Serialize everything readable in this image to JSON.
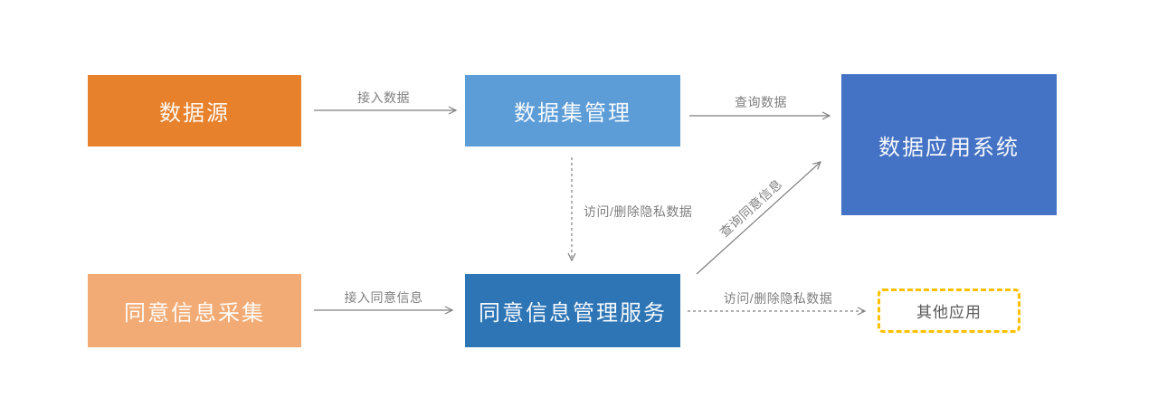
{
  "diagram": {
    "title": "consent-data-flow-architecture",
    "nodes": [
      {
        "id": "data-source",
        "label": "数据源",
        "fill": "#E8812C",
        "text_color": "#FFFFFF",
        "shape": "rect"
      },
      {
        "id": "dataset-management",
        "label": "数据集管理",
        "fill": "#5C9CD7",
        "text_color": "#FFFFFF",
        "shape": "rect"
      },
      {
        "id": "data-application-system",
        "label": "数据应用系统",
        "fill": "#4472C4",
        "text_color": "#FFFFFF",
        "shape": "rect"
      },
      {
        "id": "consent-info-collection",
        "label": "同意信息采集",
        "fill": "#F2AB74",
        "text_color": "#FFFFFF",
        "shape": "rect"
      },
      {
        "id": "consent-mgmt-service",
        "label": "同意信息管理服务",
        "fill": "#2E75B6",
        "text_color": "#FFFFFF",
        "shape": "rect"
      },
      {
        "id": "other-applications",
        "label": "其他应用",
        "fill": "#FFFFFF",
        "text_color": "#595959",
        "shape": "dashed-rounded-rect",
        "border_color": "#FFC000"
      }
    ],
    "edges": [
      {
        "from": "data-source",
        "to": "dataset-management",
        "label": "接入数据",
        "style": "solid",
        "direction": "right"
      },
      {
        "from": "dataset-management",
        "to": "data-application-system",
        "label": "查询数据",
        "style": "solid",
        "direction": "right"
      },
      {
        "from": "dataset-management",
        "to": "consent-mgmt-service",
        "label": "访问/删除隐私数据",
        "style": "dashed",
        "direction": "down"
      },
      {
        "from": "consent-info-collection",
        "to": "consent-mgmt-service",
        "label": "接入同意信息",
        "style": "solid",
        "direction": "right"
      },
      {
        "from": "consent-mgmt-service",
        "to": "data-application-system",
        "label": "查询同意信息",
        "style": "solid",
        "direction": "up-right-diagonal"
      },
      {
        "from": "consent-mgmt-service",
        "to": "other-applications",
        "label": "访问/删除隐私数据",
        "style": "dashed",
        "direction": "right"
      }
    ],
    "colors": {
      "arrow": "#7F7F7F",
      "edge_label_text": "#7F7F7F",
      "orange_primary": "#E8812C",
      "orange_light": "#F2AB74",
      "blue_light": "#5C9CD7",
      "blue_medium": "#2E75B6",
      "blue_dark": "#4472C4",
      "dashed_box_border": "#FFC000",
      "background": "#FFFFFF"
    }
  }
}
